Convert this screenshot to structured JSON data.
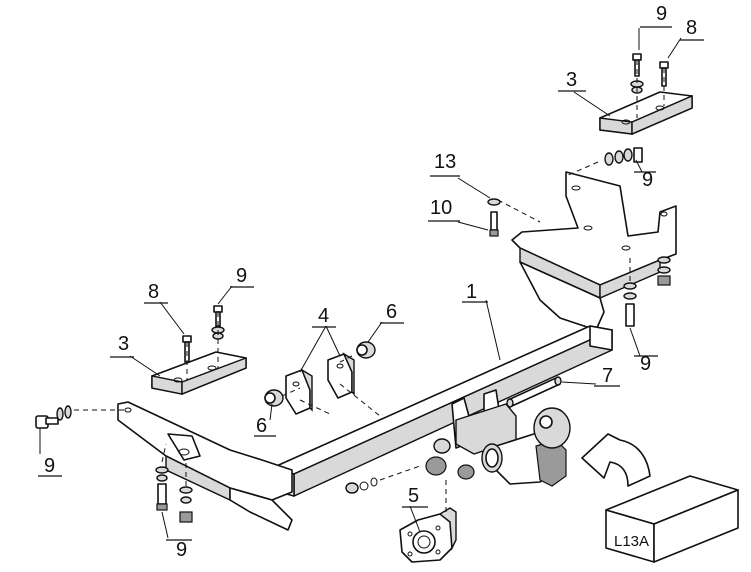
{
  "labels": {
    "part_1": "1",
    "part_3_left": "3",
    "part_3_right": "3",
    "part_4": "4",
    "part_5": "5",
    "part_6_upper": "6",
    "part_6_lower": "6",
    "part_7": "7",
    "part_8_left": "8",
    "part_8_right": "8",
    "part_9_top": "9",
    "part_9_right_upper": "9",
    "part_9_right_lower": "9",
    "part_9_left_upper": "9",
    "part_9_left_side": "9",
    "part_9_bottom": "9",
    "part_10": "10",
    "part_13": "13"
  },
  "model_box": {
    "code": "L13A"
  },
  "colors": {
    "ink": "#111111",
    "shade": "#d9d9d9",
    "dark": "#9a9a9a"
  }
}
